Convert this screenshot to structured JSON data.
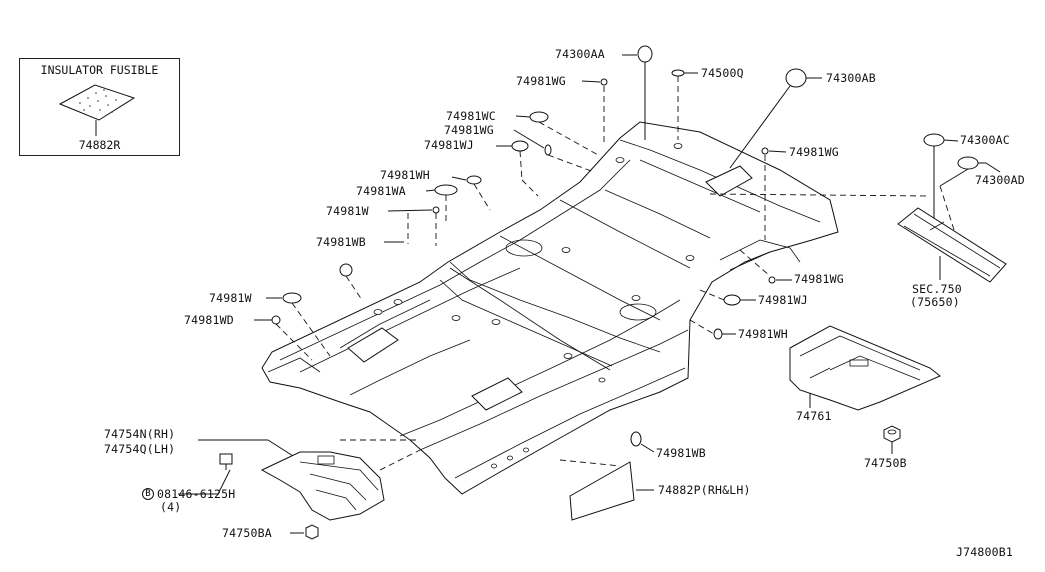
{
  "inset": {
    "title": "INSULATOR FUSIBLE",
    "part": "74882R"
  },
  "labels": {
    "l_74300AA": "74300AA",
    "l_74981WG_a": "74981WG",
    "l_74500Q": "74500Q",
    "l_74300AB": "74300AB",
    "l_74981WC": "74981WC",
    "l_74981WG_b": "74981WG",
    "l_74981WJ_a": "74981WJ",
    "l_74981WG_c": "74981WG",
    "l_74981WH_a": "74981WH",
    "l_74981WA": "74981WA",
    "l_74981W_a": "74981W",
    "l_74981WB_a": "74981WB",
    "l_74981W_b": "74981W",
    "l_74981WD": "74981WD",
    "l_74300AC": "74300AC",
    "l_74300AD": "74300AD",
    "l_sec": "SEC.750",
    "l_sec2": "(75650)",
    "l_74981WG_d": "74981WG",
    "l_74981WJ_b": "74981WJ",
    "l_74981WH_b": "74981WH",
    "l_74761": "74761",
    "l_74750B": "74750B",
    "l_74981WB_b": "74981WB",
    "l_74882P": "74882P(RH&LH)",
    "l_74754N": "74754N(RH)",
    "l_74754Q": "74754Q(LH)",
    "l_bolt_b": "B",
    "l_bolt": "08146-6125H",
    "l_bolt_qty": "(4)",
    "l_74750BA": "74750BA",
    "l_ref": "J74800B1"
  }
}
